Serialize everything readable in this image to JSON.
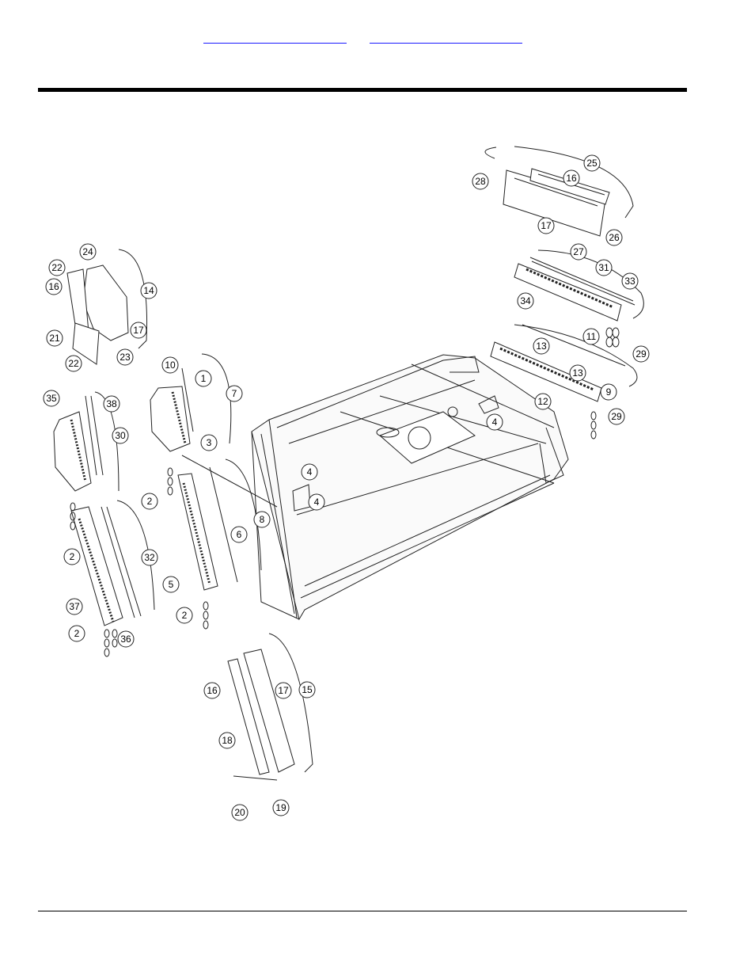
{
  "nav": {
    "link1": "",
    "link2": ""
  },
  "diagram": {
    "callouts": [
      {
        "id": "c25",
        "label": "25"
      },
      {
        "id": "c16a",
        "label": "16"
      },
      {
        "id": "c28",
        "label": "28"
      },
      {
        "id": "c17a",
        "label": "17"
      },
      {
        "id": "c26",
        "label": "26"
      },
      {
        "id": "c27",
        "label": "27"
      },
      {
        "id": "c31",
        "label": "31"
      },
      {
        "id": "c33",
        "label": "33"
      },
      {
        "id": "c34",
        "label": "34"
      },
      {
        "id": "c11",
        "label": "11"
      },
      {
        "id": "c13a",
        "label": "13"
      },
      {
        "id": "c29a",
        "label": "29"
      },
      {
        "id": "c13b",
        "label": "13"
      },
      {
        "id": "c12",
        "label": "12"
      },
      {
        "id": "c9",
        "label": "9"
      },
      {
        "id": "c4a",
        "label": "4"
      },
      {
        "id": "c29b",
        "label": "29"
      },
      {
        "id": "c24",
        "label": "24"
      },
      {
        "id": "c22a",
        "label": "22"
      },
      {
        "id": "c14",
        "label": "14"
      },
      {
        "id": "c16b",
        "label": "16"
      },
      {
        "id": "c17b",
        "label": "17"
      },
      {
        "id": "c21",
        "label": "21"
      },
      {
        "id": "c22b",
        "label": "22"
      },
      {
        "id": "c23",
        "label": "23"
      },
      {
        "id": "c10",
        "label": "10"
      },
      {
        "id": "c1",
        "label": "1"
      },
      {
        "id": "c7",
        "label": "7"
      },
      {
        "id": "c35",
        "label": "35"
      },
      {
        "id": "c38",
        "label": "38"
      },
      {
        "id": "c30",
        "label": "30"
      },
      {
        "id": "c3",
        "label": "3"
      },
      {
        "id": "c2a",
        "label": "2"
      },
      {
        "id": "c4b",
        "label": "4"
      },
      {
        "id": "c4c",
        "label": "4"
      },
      {
        "id": "c8",
        "label": "8"
      },
      {
        "id": "c6",
        "label": "6"
      },
      {
        "id": "c32",
        "label": "32"
      },
      {
        "id": "c2b",
        "label": "2"
      },
      {
        "id": "c5",
        "label": "5"
      },
      {
        "id": "c37",
        "label": "37"
      },
      {
        "id": "c2c",
        "label": "2"
      },
      {
        "id": "c36",
        "label": "36"
      },
      {
        "id": "c2d",
        "label": "2"
      },
      {
        "id": "c16c",
        "label": "16"
      },
      {
        "id": "c17c",
        "label": "17"
      },
      {
        "id": "c15",
        "label": "15"
      },
      {
        "id": "c18",
        "label": "18"
      },
      {
        "id": "c20",
        "label": "20"
      },
      {
        "id": "c19",
        "label": "19"
      }
    ]
  }
}
